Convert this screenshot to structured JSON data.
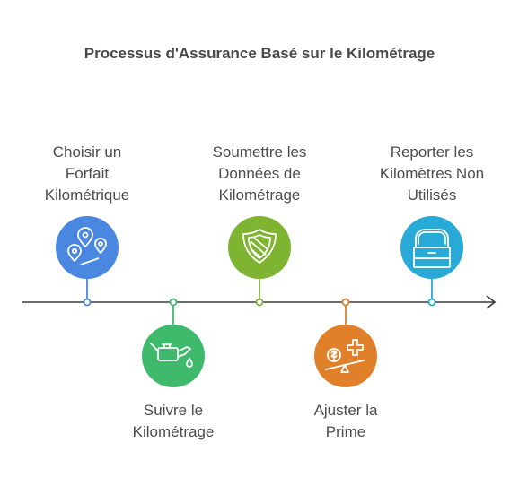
{
  "title": "Processus d'Assurance Basé sur le Kilométrage",
  "steps": [
    {
      "label": "Choisir un\nForfait\nKilométrique",
      "icon": "map-pins-icon",
      "color": "#4a87e0"
    },
    {
      "label": "Suivre le\nKilométrage",
      "icon": "oil-can-icon",
      "color": "#3fb96b"
    },
    {
      "label": "Soumettre les\nDonnées de\nKilométrage",
      "icon": "shield-icon",
      "color": "#7fb432"
    },
    {
      "label": "Ajuster la\nPrime",
      "icon": "balance-scale-icon",
      "color": "#e0802a"
    },
    {
      "label": "Reporter les\nKilomètres Non\nUtilisés",
      "icon": "archive-icon",
      "color": "#29a9d6"
    }
  ]
}
